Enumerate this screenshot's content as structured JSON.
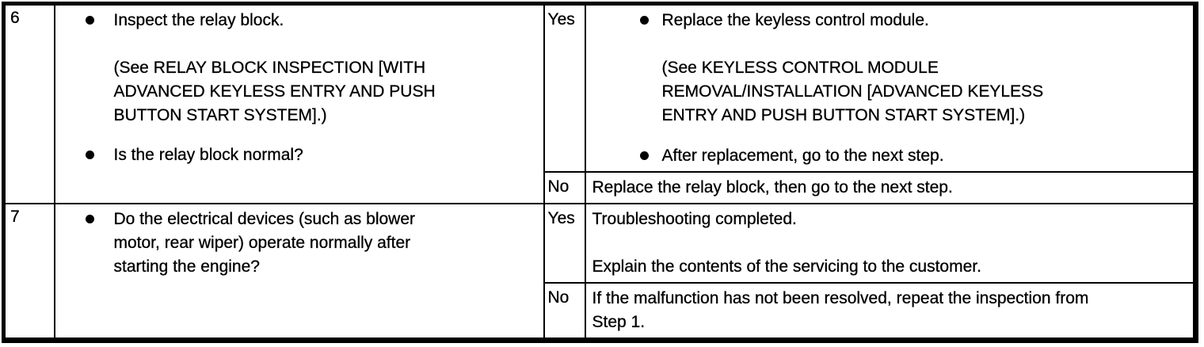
{
  "colors": {
    "border": "#000000",
    "text": "#000000",
    "background": "#ffffff"
  },
  "rows": [
    {
      "step": "6",
      "inspection_items": [
        "Inspect the relay block.\n\n(See RELAY BLOCK INSPECTION [WITH\nADVANCED KEYLESS ENTRY AND PUSH\nBUTTON START SYSTEM].)",
        "Is the relay block normal?"
      ],
      "yes_label": "Yes",
      "no_label": "No",
      "yes_action_items": [
        "Replace the keyless control module.\n\n(See KEYLESS CONTROL MODULE\nREMOVAL/INSTALLATION [ADVANCED KEYLESS\nENTRY AND PUSH BUTTON START SYSTEM].)",
        "After replacement, go to the next step."
      ],
      "no_action": "Replace the relay block, then go to the next step."
    },
    {
      "step": "7",
      "inspection_items": [
        "Do the electrical devices (such as blower\nmotor, rear wiper) operate normally after\nstarting the engine?"
      ],
      "yes_label": "Yes",
      "no_label": "No",
      "yes_action": "Troubleshooting completed.\n\nExplain the contents of the servicing to the customer.",
      "no_action": "If the malfunction has not been resolved, repeat the inspection from\nStep 1."
    }
  ]
}
